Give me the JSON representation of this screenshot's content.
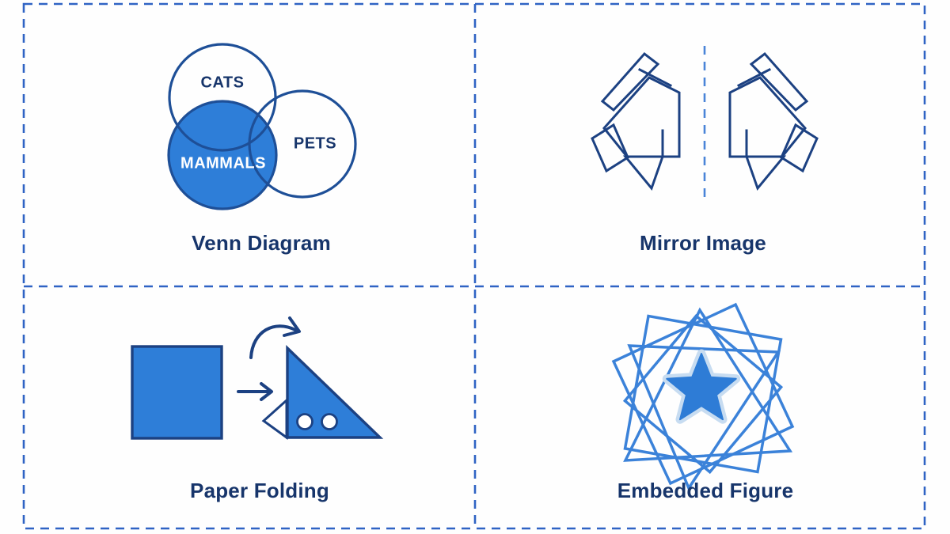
{
  "colors": {
    "background": "#fefefe",
    "navy_text": "#17356b",
    "navy_stroke": "#1c4182",
    "venn_stroke": "#1e4f97",
    "fill_blue": "#2e7ed8",
    "star_blue": "#2e7cd6",
    "embedded_outline": "#3b82d9",
    "star_halo": "#c7dcf1",
    "dash_blue": "#2f63c4",
    "mirror_dash": "#4a84d8",
    "white": "#ffffff"
  },
  "panels": {
    "venn": {
      "title": "Venn Diagram",
      "circle_labels": {
        "cats": "CATS",
        "pets": "PETS",
        "mammals": "MAMMALS"
      }
    },
    "mirror": {
      "title": "Mirror Image"
    },
    "paper_folding": {
      "title": "Paper Folding"
    },
    "embedded_figure": {
      "title": "Embedded Figure"
    }
  }
}
